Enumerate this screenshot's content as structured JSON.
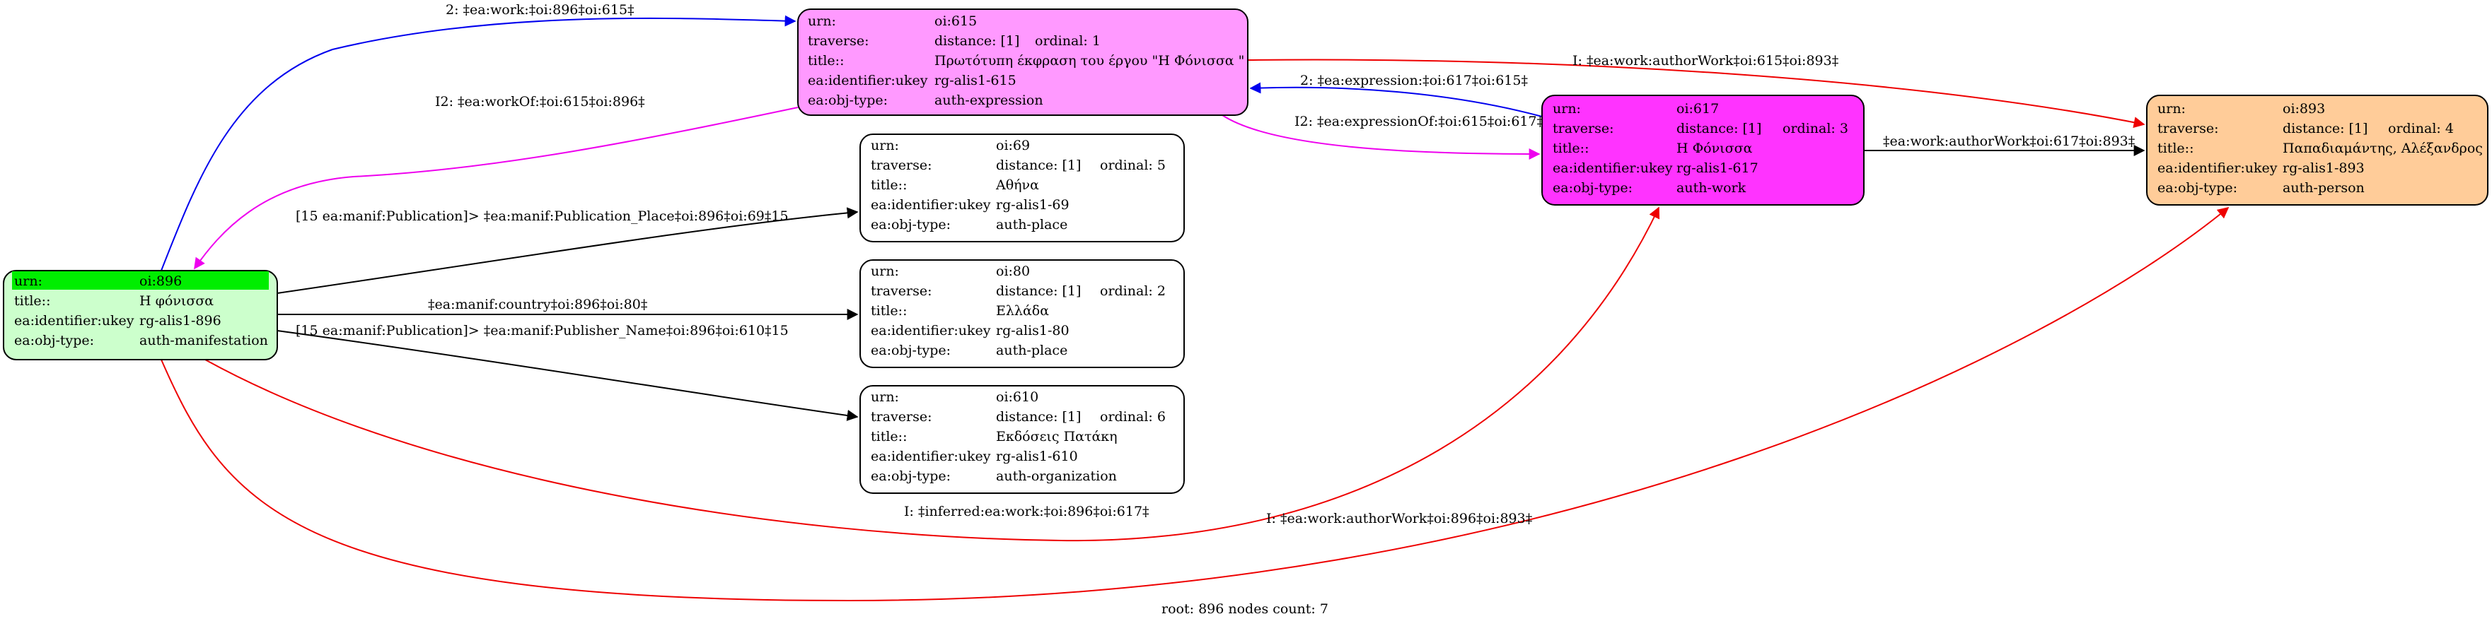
{
  "graph": {
    "footer": "root: 896 nodes count: 7",
    "nodes": {
      "n615": {
        "fill": "#ff99ff",
        "rows": [
          [
            "urn:",
            "oi:615"
          ],
          [
            "traverse:",
            "distance: [1]",
            "ordinal: 1"
          ],
          [
            "title::",
            "Πρωτότυπη έκφραση του έργου \"Η Φόνισσα \""
          ],
          [
            "ea:identifier:ukey",
            "rg-alis1-615"
          ],
          [
            "ea:obj-type:",
            "auth-expression"
          ]
        ]
      },
      "n617": {
        "fill": "#ff33ff",
        "rows": [
          [
            "urn:",
            "oi:617"
          ],
          [
            "traverse:",
            "distance: [1]",
            "ordinal: 3"
          ],
          [
            "title::",
            "Η Φόνισσα"
          ],
          [
            "ea:identifier:ukey",
            "rg-alis1-617"
          ],
          [
            "ea:obj-type:",
            "auth-work"
          ]
        ]
      },
      "n893": {
        "fill": "#ffcc99",
        "rows": [
          [
            "urn:",
            "oi:893"
          ],
          [
            "traverse:",
            "distance: [1]",
            "ordinal: 4"
          ],
          [
            "title::",
            "Παπαδιαμάντης, Αλέξανδρος"
          ],
          [
            "ea:identifier:ukey",
            "rg-alis1-893"
          ],
          [
            "ea:obj-type:",
            "auth-person"
          ]
        ]
      },
      "n896": {
        "fill": "#ccffcc",
        "highlight": "#00ee00",
        "rows": [
          [
            "urn:",
            "oi:896"
          ],
          [
            "title::",
            "Η φόνισσα"
          ],
          [
            "ea:identifier:ukey",
            "rg-alis1-896"
          ],
          [
            "ea:obj-type:",
            "auth-manifestation"
          ]
        ]
      },
      "n69": {
        "fill": "#ffffff",
        "rows": [
          [
            "urn:",
            "oi:69"
          ],
          [
            "traverse:",
            "distance: [1]",
            "ordinal: 5"
          ],
          [
            "title::",
            "Αθήνα"
          ],
          [
            "ea:identifier:ukey",
            "rg-alis1-69"
          ],
          [
            "ea:obj-type:",
            "auth-place"
          ]
        ]
      },
      "n80": {
        "fill": "#ffffff",
        "rows": [
          [
            "urn:",
            "oi:80"
          ],
          [
            "traverse:",
            "distance: [1]",
            "ordinal: 2"
          ],
          [
            "title::",
            "Ελλάδα"
          ],
          [
            "ea:identifier:ukey",
            "rg-alis1-80"
          ],
          [
            "ea:obj-type:",
            "auth-place"
          ]
        ]
      },
      "n610": {
        "fill": "#ffffff",
        "rows": [
          [
            "urn:",
            "oi:610"
          ],
          [
            "traverse:",
            "distance: [1]",
            "ordinal: 6"
          ],
          [
            "title::",
            "Εκδόσεις Πατάκη"
          ],
          [
            "ea:identifier:ukey",
            "rg-alis1-610"
          ],
          [
            "ea:obj-type:",
            "auth-organization"
          ]
        ]
      }
    },
    "edges": {
      "e_work_896_615": {
        "label": "2: ‡ea:work:‡oi:896‡oi:615‡",
        "color": "#0000ee"
      },
      "e_workof_615_896": {
        "label": "I2: ‡ea:workOf:‡oi:615‡oi:896‡",
        "color": "#ee00ee"
      },
      "e_expr_617_615": {
        "label": "2: ‡ea:expression:‡oi:617‡oi:615‡",
        "color": "#0000ee"
      },
      "e_exprof_615_617": {
        "label": "I2: ‡ea:expressionOf:‡oi:615‡oi:617‡",
        "color": "#ee00ee"
      },
      "e_author_615_893": {
        "label": "I: ‡ea:work:authorWork‡oi:615‡oi:893‡",
        "color": "#ee0000"
      },
      "e_author_617_893": {
        "label": "‡ea:work:authorWork‡oi:617‡oi:893‡",
        "color": "#000000"
      },
      "e_place_896_69": {
        "label": "[15 ea:manif:Publication]> ‡ea:manif:Publication_Place‡oi:896‡oi:69‡15",
        "color": "#000000"
      },
      "e_country_896_80": {
        "label": "‡ea:manif:country‡oi:896‡oi:80‡",
        "color": "#000000"
      },
      "e_publisher_896_610": {
        "label": "[15 ea:manif:Publication]> ‡ea:manif:Publisher_Name‡oi:896‡oi:610‡15",
        "color": "#000000"
      },
      "e_inferred_896_617": {
        "label": "I: ‡inferred:ea:work:‡oi:896‡oi:617‡",
        "color": "#ee0000"
      },
      "e_author_896_893": {
        "label": "I: ‡ea:work:authorWork‡oi:896‡oi:893‡",
        "color": "#ee0000"
      }
    }
  }
}
